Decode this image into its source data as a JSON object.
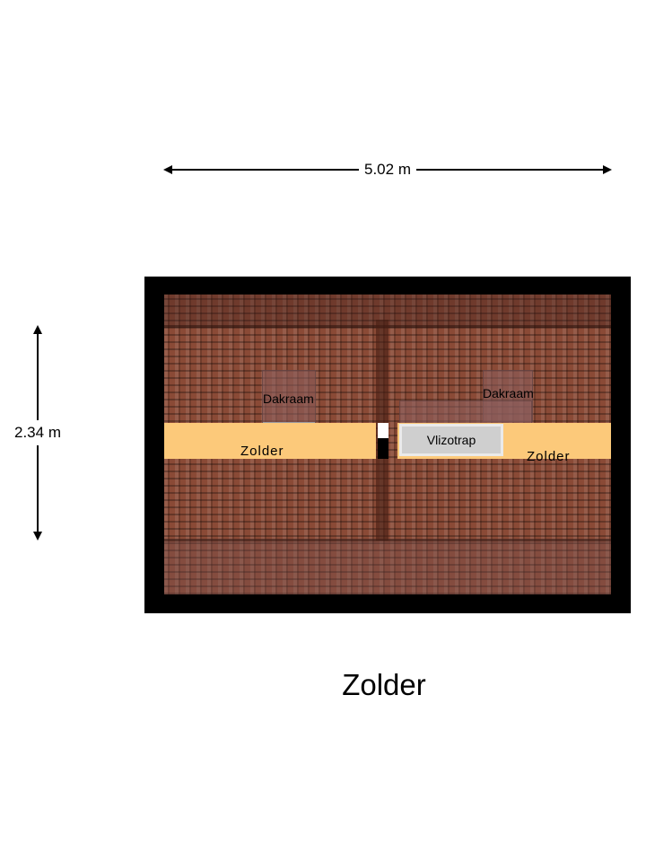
{
  "dimensions": {
    "width_label": "5.02 m",
    "height_label": "2.34 m"
  },
  "rooms": {
    "zolder_left": "Zolder",
    "zolder_right": "Zolder",
    "skylight_left": "Dakraam",
    "skylight_right": "Dakraam",
    "stair": "Vlizotrap"
  },
  "floor_title": "Zolder",
  "colors": {
    "wall": "#000000",
    "roof_tiles": "#8a4a36",
    "floor_band": "#fcc97a",
    "stair_fill": "#cfcfcf"
  }
}
